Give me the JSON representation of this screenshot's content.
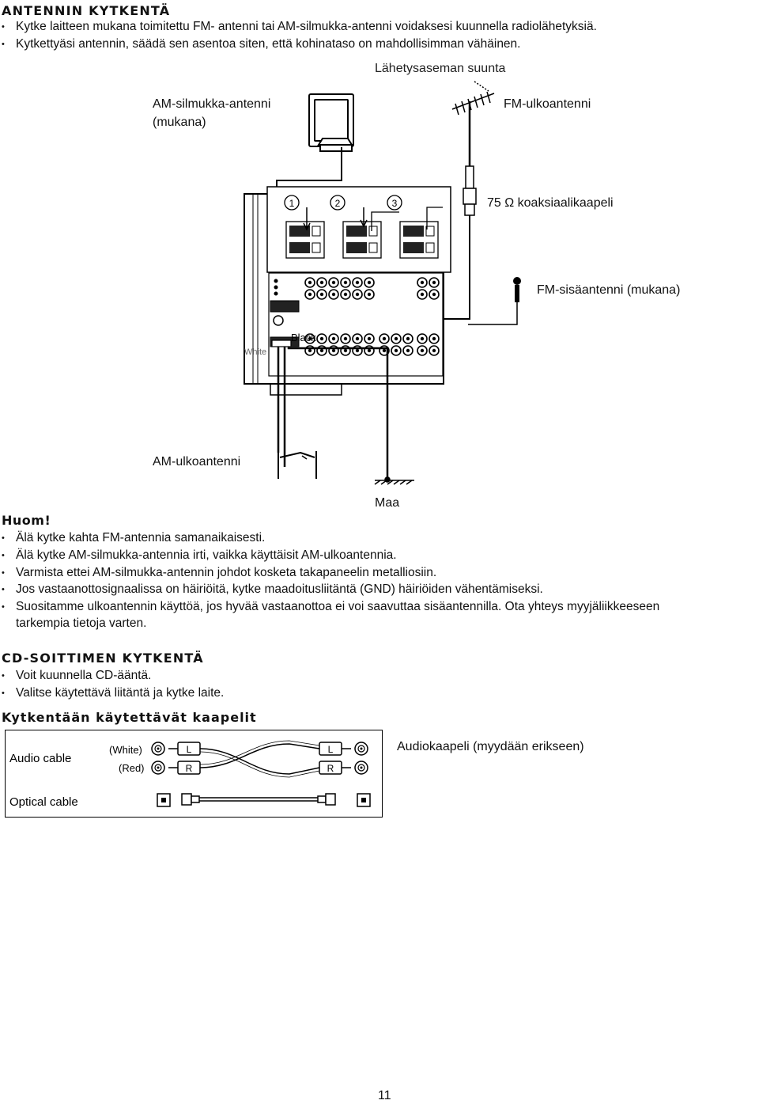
{
  "antenna": {
    "heading": "ANTENNIN  KYTKENTÄ",
    "bullets": [
      "Kytke laitteen mukana toimitettu FM- antenni tai AM-silmukka-antenni voidaksesi kuunnella radiolähetyksiä.",
      "Kytkettyäsi antennin, säädä sen asentoa siten, että kohinataso on mahdollisimman vähäinen."
    ]
  },
  "diagram": {
    "station_direction": "Lähetysaseman suunta",
    "am_loop_line1": "AM-silmukka-antenni",
    "am_loop_line2": "(mukana)",
    "fm_outdoor": "FM-ulkoantenni",
    "coax": "75 Ω koaksiaalikaapeli",
    "fm_indoor": "FM-sisäantenni (mukana)",
    "am_outdoor": "AM-ulkoantenni",
    "ground": "Maa",
    "wire_white": "White",
    "wire_black": "Black",
    "step1": "1",
    "step2": "2",
    "step3": "3"
  },
  "note": {
    "heading": "Huom!",
    "bullets": [
      "Älä kytke kahta FM-antennia samanaikaisesti.",
      "Älä kytke AM-silmukka-antennia irti, vaikka käyttäisit AM-ulkoantennia.",
      "Varmista ettei AM-silmukka-antennin johdot kosketa takapaneelin metalliosiin.",
      "Jos vastaanottosignaalissa on häiriöitä, kytke maadoitusliitäntä (GND) häiriöiden vähentämiseksi.",
      "Suositamme ulkoantennin käyttöä, jos hyvää vastaanottoa ei voi saavuttaa sisäantennilla. Ota yhteys myyjäliikkeeseen",
      "tarkempia tietoja varten."
    ]
  },
  "cd": {
    "heading": "CD-SOITTIMEN  KYTKENTÄ",
    "bullets": [
      "Voit kuunnella CD-ääntä.",
      "Valitse käytettävä liitäntä ja kytke laite."
    ]
  },
  "cables": {
    "heading": "Kytkentään  käytettävät  kaapelit",
    "audio_cable": "Audio cable",
    "white": "(White)",
    "red": "(Red)",
    "left": "L",
    "right": "R",
    "optical_cable": "Optical cable",
    "audio_note": "Audiokaapeli (myydään erikseen)"
  },
  "page_number": "11"
}
